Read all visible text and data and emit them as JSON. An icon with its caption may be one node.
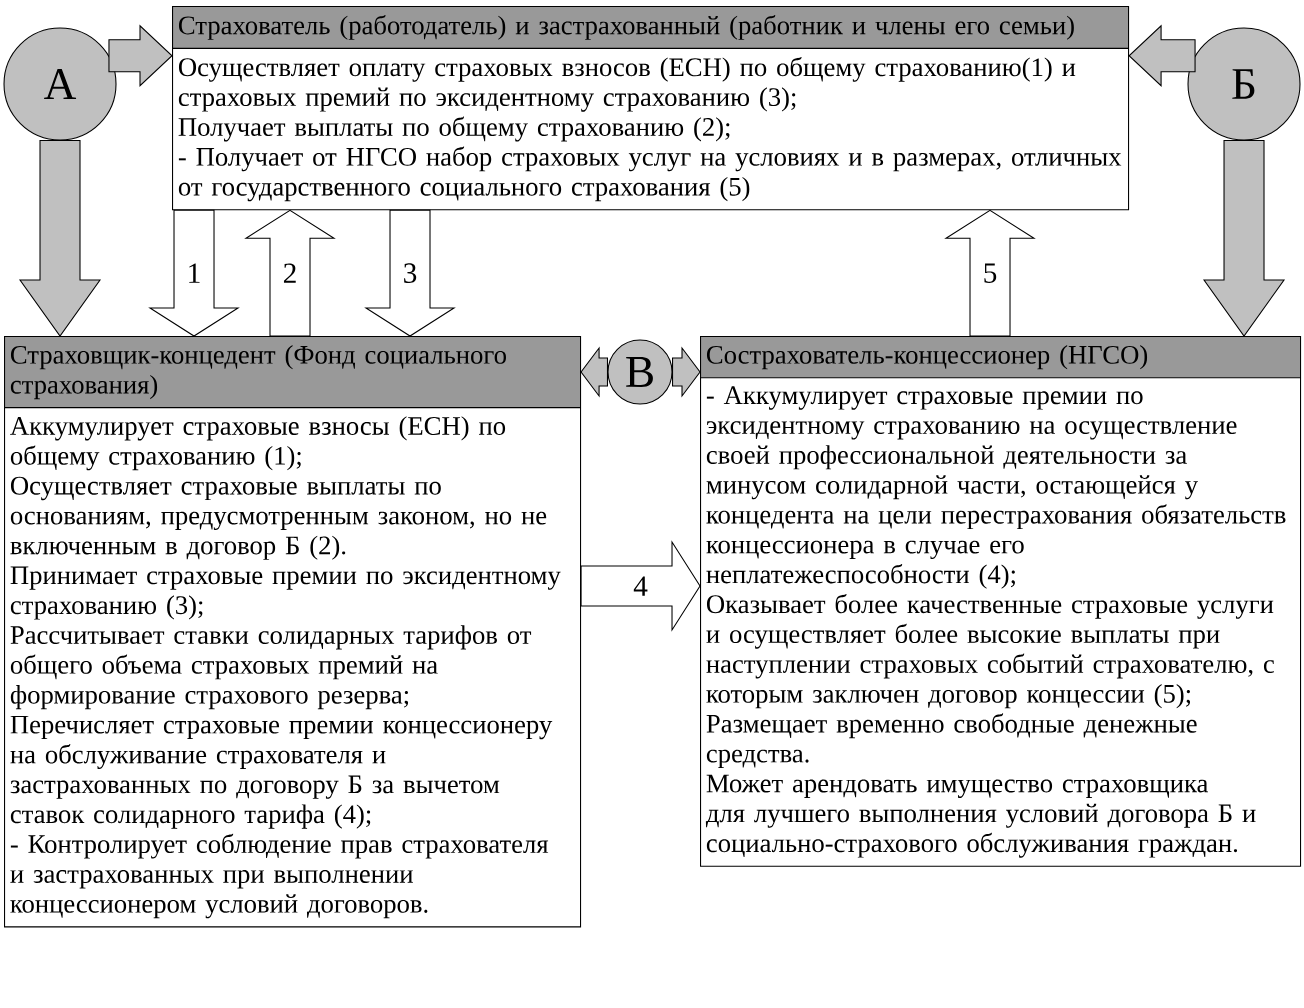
{
  "diagram": {
    "nodes": [
      {
        "text": [
          "Страхователь (работодатель) и застрахованный (работник и члены его семьи)",
          "Осуществляет оплату страховых взносов (ЕСН) по общему страхованию(1) и страховых премий по эксидентному страхованию (3);",
          "Получает выплаты по общему страхованию (2);",
          "- Получает от НГСО набор страховых услуг на условиях и в размерах, отличных от государственного социального страхования (5)"
        ]
      },
      {
        "text": [
          "Страховщик-концедент (Фонд социального страхования)",
          "Аккумулирует страховые взносы (ЕСН) по общему страхованию (1);",
          "Осуществляет страховые выплаты по основаниям, предусмотренным законом, но не включенным в договор Б (2).",
          "Принимает страховые премии по эксидентному страхованию (3);",
          "Рассчитывает ставки солидарных тарифов от общего объема страховых премий на формирование страхового резерва;",
          "Перечисляет страховые премии концессионеру на обслуживание страхователя и застрахованных по договору Б за вычетом ставок солидарного тарифа (4);",
          "- Контролирует соблюдение прав страхователя и застрахованных при выполнении концессионером условий договоров."
        ]
      },
      {
        "text": [
          "Сострахователь-концессионер (НГСО)",
          "- Аккумулирует страховые премии по эксидентному страхованию на осуществление своей профессиональной деятельности за минусом солидарной части, остающейся у концедента на цели перестрахования обязательств концессионера в случае его неплатежеспособности (4);",
          "Оказывает более качественные страховые услуги и осуществляет более высокие выплаты при наступлении страховых событий страхователю, с которым заключен договор концессии (5);",
          "Размещает временно свободные денежные средства.",
          "Может арендовать имущество страховщика для лучшего выполнения условий договора Б и социально-страхового обслуживания граждан."
        ]
      },
      {
        "text": [
          "А"
        ]
      },
      {
        "text": [
          "Б"
        ]
      },
      {
        "text": [
          "В"
        ]
      }
    ],
    "edges": [
      {
        "from": 3,
        "to": 0,
        "arrow": "to",
        "color": "#c0c0c0"
      },
      {
        "from": 3,
        "to": 1,
        "arrow": "to",
        "color": "#c0c0c0"
      },
      {
        "from": 4,
        "to": 0,
        "arrow": "to",
        "color": "#c0c0c0"
      },
      {
        "from": 4,
        "to": 2,
        "arrow": "to",
        "color": "#c0c0c0"
      },
      {
        "from": 0,
        "to": 1,
        "arrow": "to",
        "label": "1"
      },
      {
        "from": 1,
        "to": 0,
        "arrow": "to",
        "label": "2"
      },
      {
        "from": 0,
        "to": 1,
        "arrow": "to",
        "label": "3"
      },
      {
        "from": 1,
        "to": 2,
        "arrow": "to",
        "label": "4"
      },
      {
        "from": 2,
        "to": 0,
        "arrow": "to",
        "label": "5"
      },
      {
        "from": 5,
        "to": 1,
        "arrow": "to",
        "color": "#c0c0c0"
      },
      {
        "from": 5,
        "to": 2,
        "arrow": "to",
        "color": "#c0c0c0"
      }
    ]
  }
}
